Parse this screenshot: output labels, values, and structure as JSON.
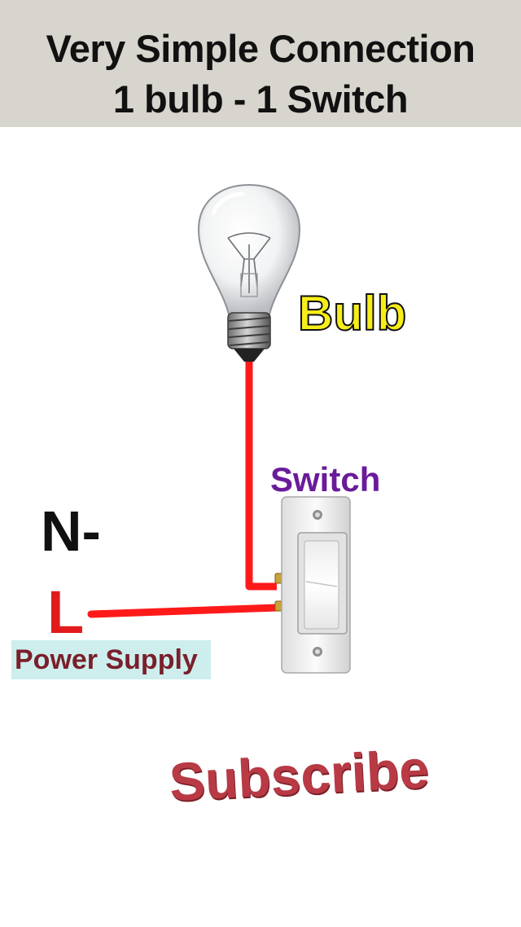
{
  "header": {
    "title_line1": "Very Simple Connection",
    "title_line2": "1 bulb - 1 Switch"
  },
  "labels": {
    "bulb": "Bulb",
    "switch": "Switch",
    "neutral": "N-",
    "live": "L",
    "power_supply": "Power Supply",
    "subscribe": "Subscribe"
  },
  "icons": {
    "bulb": "light-bulb-icon",
    "switch": "wall-switch-icon"
  },
  "colors": {
    "header_bg": "#d8d5ce",
    "wire": "#ff1a1a",
    "bulb_label": "#f6ee1a",
    "switch_label": "#6a1b9a",
    "live_label": "#e11b1b",
    "power_supply_bg": "#cdeeed",
    "power_supply_text": "#7a1f2b",
    "subscribe": "#b83a45"
  }
}
